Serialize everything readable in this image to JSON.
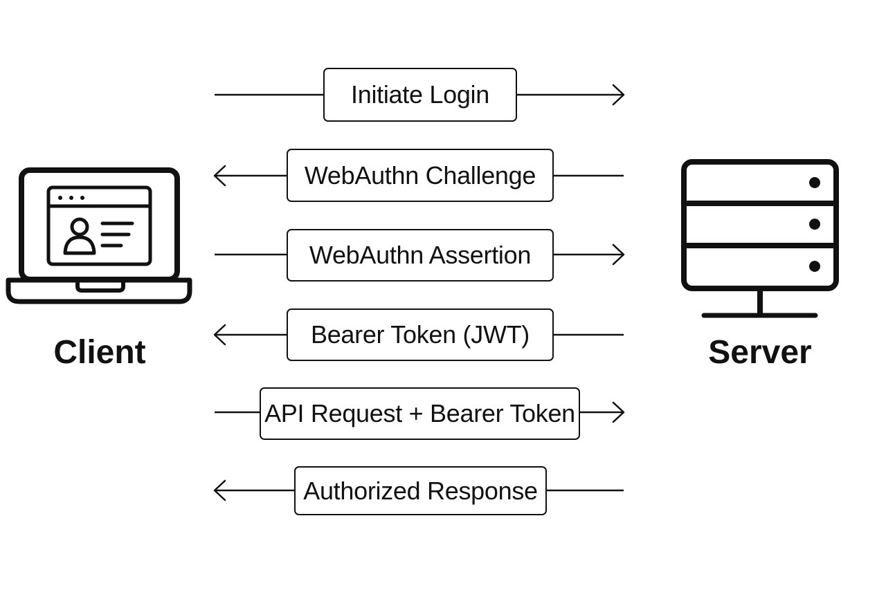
{
  "actors": {
    "client": {
      "label": "Client",
      "icon": "laptop-user-icon"
    },
    "server": {
      "label": "Server",
      "icon": "server-rack-icon"
    }
  },
  "messages": [
    {
      "label": "Initiate Login",
      "direction": "to-server"
    },
    {
      "label": "WebAuthn Challenge",
      "direction": "to-client"
    },
    {
      "label": "WebAuthn Assertion",
      "direction": "to-server"
    },
    {
      "label": "Bearer Token (JWT)",
      "direction": "to-client"
    },
    {
      "label": "API Request + Bearer Token",
      "direction": "to-server"
    },
    {
      "label": "Authorized Response",
      "direction": "to-client"
    }
  ],
  "colors": {
    "stroke": "#111111",
    "background": "#ffffff"
  }
}
